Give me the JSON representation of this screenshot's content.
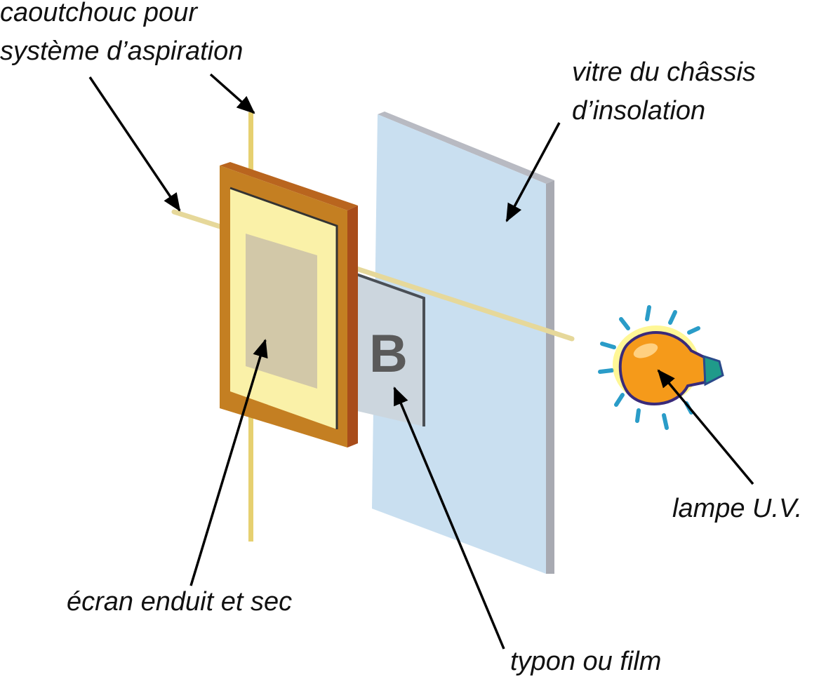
{
  "labels": {
    "rubber_line1": "caoutchouc pour",
    "rubber_line2": "système d’aspiration",
    "glass_line1": "vitre du châssis",
    "glass_line2": "d’insolation",
    "screen": "écran enduit et sec",
    "film": "typon ou film",
    "lamp": "lampe U.V."
  },
  "film_letter": "B",
  "colors": {
    "frame_front": "#c47f22",
    "frame_side": "#a84c1a",
    "screen_yellow": "#faf1a8",
    "emulsion": "#d2c8a8",
    "film": "#ccd6de",
    "glass": "#c9dff0",
    "glass_edge": "#a8aab2",
    "rod": "#e6d27a",
    "bulb": "#f59a1a",
    "rays": "#2a9cc8"
  }
}
